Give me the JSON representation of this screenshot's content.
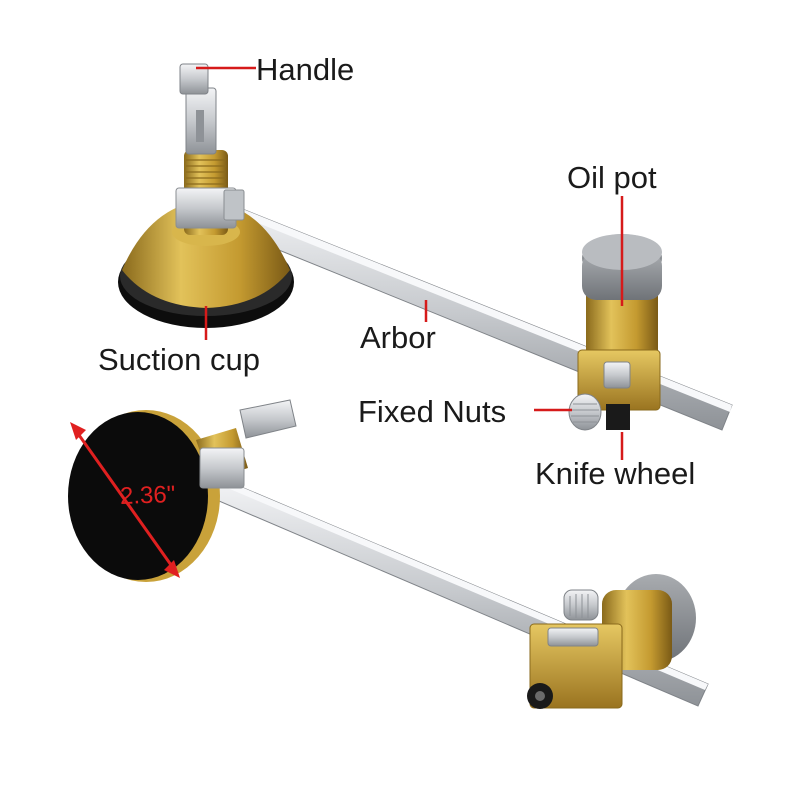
{
  "labels": {
    "handle": "Handle",
    "oil_pot": "Oil pot",
    "arbor": "Arbor",
    "suction_cup": "Suction cup",
    "fixed_nuts": "Fixed Nuts",
    "knife_wheel": "Knife wheel"
  },
  "dimension": "2.36\"",
  "colors": {
    "leader": "#d61a1a",
    "brass": "#c9a23a",
    "steel": "#cfd2d6",
    "rubber": "#111111"
  }
}
